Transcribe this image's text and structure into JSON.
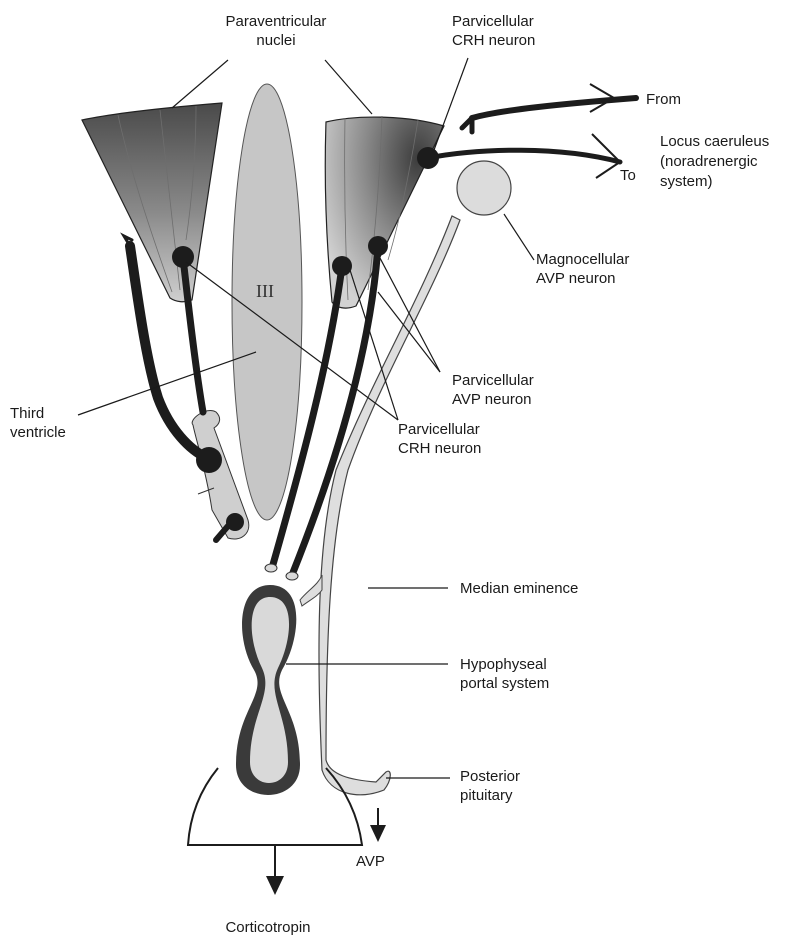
{
  "colors": {
    "nucleus_dark": "#4a4a4a",
    "nucleus_light": "#c8c8c8",
    "ventricle": "#c6c6c6",
    "neuron": "#1c1c1c",
    "magno": "#dcdcdc",
    "portal_outer": "#3a3a3a",
    "portal_inner": "#d9d9d9"
  },
  "labels": {
    "paraventricular": [
      "Paraventricular",
      "nuclei"
    ],
    "parvi_crh_top": [
      "Parvicellular",
      "CRH neuron"
    ],
    "from": "From",
    "locus": [
      "Locus caeruleus",
      "(noradrenergic",
      "system)"
    ],
    "to": "To",
    "third_ventricle_mark": "III",
    "magno_avp": [
      "Magnocellular",
      "AVP neuron"
    ],
    "parvi_avp": [
      "Parvicellular",
      "AVP neuron"
    ],
    "parvi_crh_mid": [
      "Parvicellular",
      "CRH neuron"
    ],
    "third_ventricle": [
      "Third",
      "ventricle"
    ],
    "median_eminence": "Median eminence",
    "portal_system": [
      "Hypophyseal",
      "portal system"
    ],
    "posterior_pituitary": [
      "Posterior",
      "pituitary"
    ],
    "avp": "AVP",
    "corticotropin": "Corticotropin"
  }
}
